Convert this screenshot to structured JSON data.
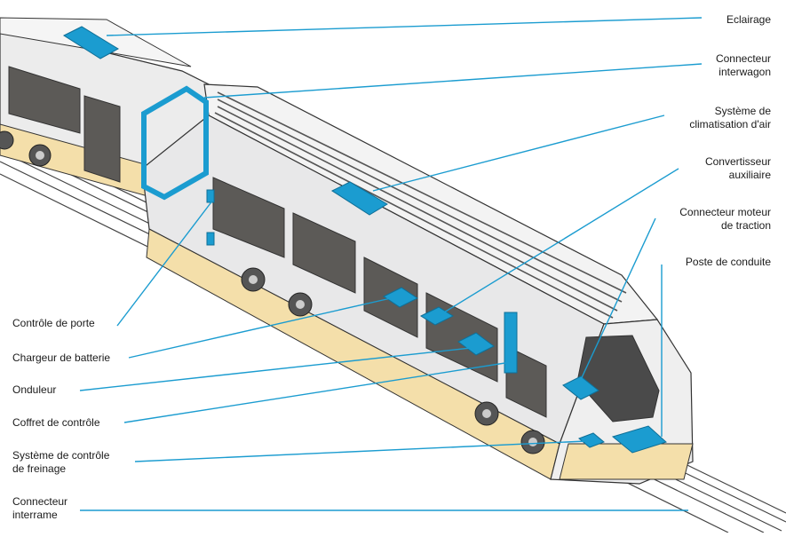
{
  "labels": {
    "eclairage": "Eclairage",
    "interwagon": "Connecteur\ninterwagon",
    "clim": "Système de\nclimatisation d'air",
    "convertisseur": "Convertisseur\nauxiliaire",
    "moteur": "Connecteur moteur\nde traction",
    "poste": "Poste de conduite",
    "porte": "Contrôle de porte",
    "chargeur": "Chargeur de batterie",
    "onduleur": "Onduleur",
    "coffret": "Coffret de contrôle",
    "freinage": "Système de contrôle\nde freinage",
    "interrame": "Connecteur\ninterrame"
  },
  "colors": {
    "accent": "#1b9cd0",
    "body": "#e9e9ea",
    "window": "#5c5a57",
    "skirt": "#f4dfaa",
    "outline": "#333333"
  }
}
